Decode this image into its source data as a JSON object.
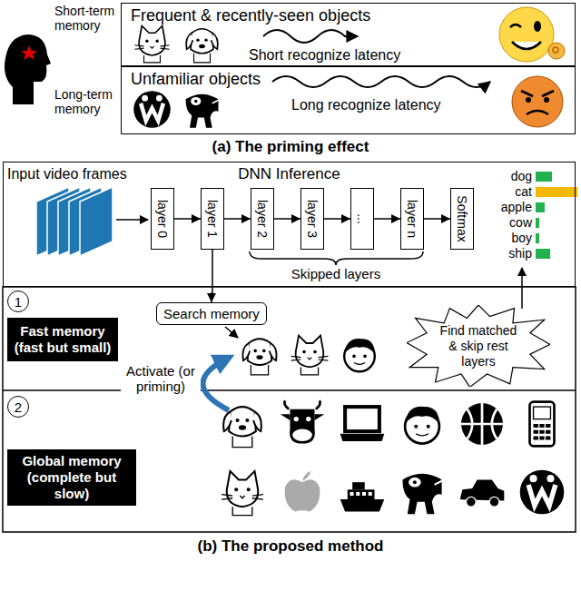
{
  "diagram": {
    "nodes": [
      {
        "text": [
          "Frequent & recently-seen objects",
          "Short recognize latency"
        ]
      },
      {
        "text": [
          "Unfamiliar objects",
          "Long recognize latency"
        ]
      },
      {
        "text": [
          "DNN Inference"
        ]
      },
      {
        "text": [
          "layer 0"
        ],
        "in": 2
      },
      {
        "text": [
          "layer 1"
        ],
        "in": 2
      },
      {
        "text": [
          "layer 2"
        ],
        "in": 2
      },
      {
        "text": [
          "layer 3"
        ],
        "in": 2
      },
      {
        "text": [
          "..."
        ],
        "in": 2
      },
      {
        "text": [
          "layer n"
        ],
        "in": 2
      },
      {
        "text": [
          "Softmax"
        ],
        "in": 2
      },
      {
        "text": [
          "1"
        ]
      },
      {
        "text": [
          "Fast memory (fast but small)"
        ]
      },
      {
        "text": [
          "Search memory"
        ]
      },
      {
        "text": [
          "Find matched & skip rest layers"
        ]
      },
      {
        "text": [
          "2"
        ]
      },
      {
        "text": [
          "Global memory (complete but slow)"
        ]
      }
    ],
    "edges": [
      {
        "from": 3,
        "to": 4,
        "arrow": "to"
      },
      {
        "from": 4,
        "to": 5,
        "arrow": "to"
      },
      {
        "from": 5,
        "to": 6,
        "arrow": "to"
      },
      {
        "from": 6,
        "to": 7,
        "arrow": "to"
      },
      {
        "from": 7,
        "to": 8,
        "arrow": "to"
      },
      {
        "from": 8,
        "to": 9,
        "arrow": "to"
      },
      {
        "from": 4,
        "to": 12,
        "arrow": "to"
      }
    ],
    "labels": [
      "Short-term memory",
      "Long-term memory",
      "(a) The priming effect",
      "Input video frames",
      "Skipped layers",
      "dog",
      "cat",
      "apple",
      "cow",
      "boy",
      "ship",
      "Activate (or priming)",
      "(b) The proposed method"
    ]
  }
}
